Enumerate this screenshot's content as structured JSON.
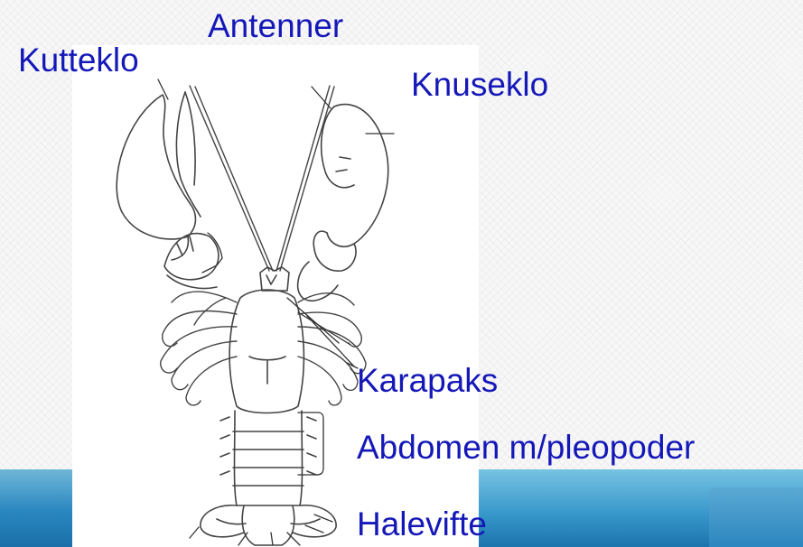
{
  "labels": {
    "kutteklo": "Kutteklo",
    "antenner": "Antenner",
    "knuseklo": "Knuseklo",
    "karapaks": "Karapaks",
    "abdomen": "Abdomen m/pleopoder",
    "halevifte": "Halevifte"
  },
  "colors": {
    "label_text": "#1518b8",
    "band_blue": "#2a86bf"
  }
}
